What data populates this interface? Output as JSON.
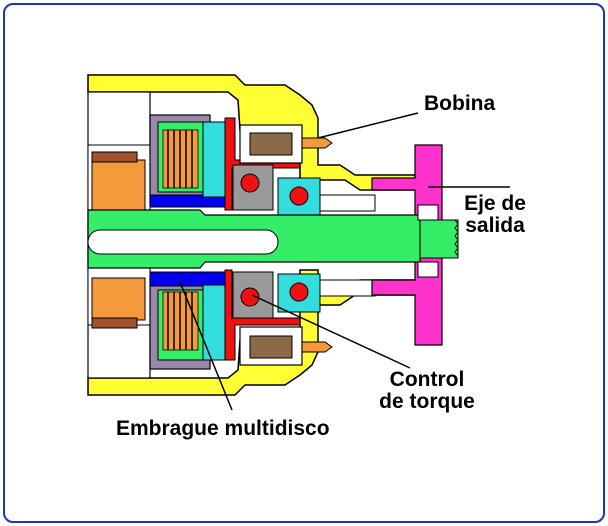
{
  "labels": {
    "coil": "Bobina",
    "output_shaft_line1": "Eje de",
    "output_shaft_line2": "salida",
    "torque_line1": "Control",
    "torque_line2": "de torque",
    "clutch": "Embrague multidisco"
  },
  "colors": {
    "border": "#1f2fc7",
    "housing": "#ffff33",
    "shaft": "#33ee66",
    "hub": "#ff33cc",
    "clutch_plates": "#0000ee",
    "orange_part": "#f59a3c",
    "bearing_ball": "#ee1111",
    "cyan_part": "#33dddd",
    "gray_part": "#999999"
  }
}
